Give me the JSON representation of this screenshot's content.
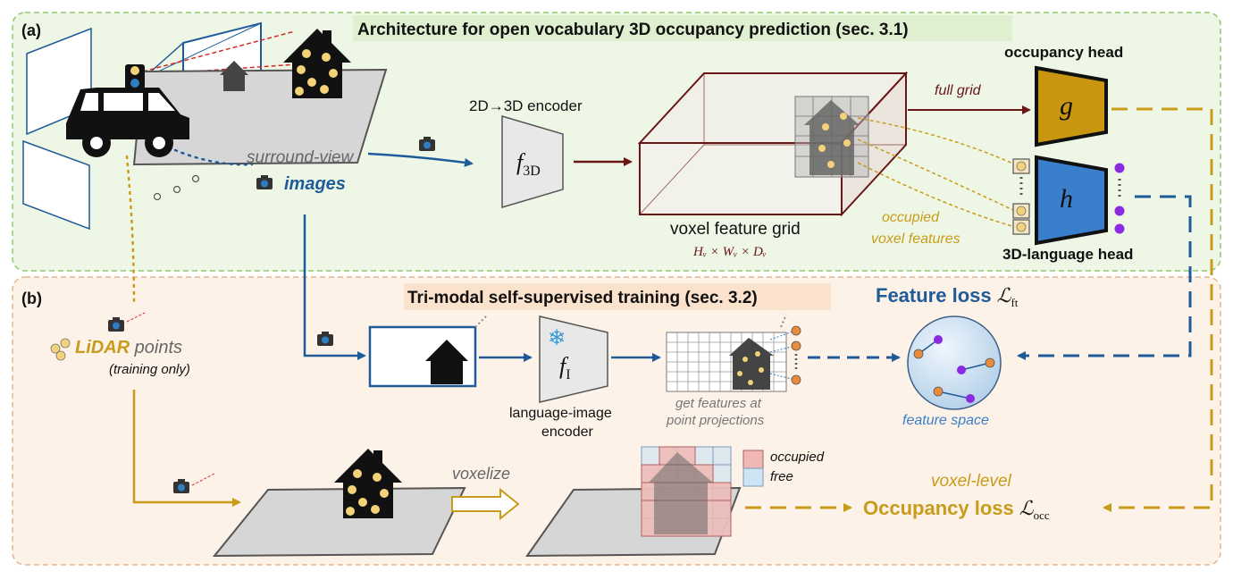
{
  "panel_a": {
    "tag": "(a)",
    "title": "Architecture for open vocabulary 3D occupancy prediction (sec. 3.1)",
    "surround_view": "surround-view",
    "images": "images",
    "encoder_3d_label": "2D→3D encoder",
    "encoder_3d_symbol": "f",
    "encoder_3d_sub": "3D",
    "voxel_grid_label": "voxel feature grid",
    "voxel_grid_dims": "Hᵥ × Wᵥ × Dᵥ",
    "full_grid": "full grid",
    "occupancy_head": "occupancy head",
    "head_g": "g",
    "head_h": "h",
    "occupied_voxel_1": "occupied",
    "occupied_voxel_2": "voxel features",
    "language_head": "3D-language head"
  },
  "panel_b": {
    "tag": "(b)",
    "title": "Tri-modal self-supervised training (sec. 3.2)",
    "lidar": "LiDAR",
    "points": " points",
    "training_only": "(training only)",
    "encoder_img_symbol": "f",
    "encoder_img_sub": "I",
    "language_image_1": "language-image",
    "language_image_2": "encoder",
    "get_features_1": "get features at",
    "get_features_2": "point projections",
    "feature_loss": "Feature loss",
    "feature_loss_symbol": "ℒ",
    "feature_loss_sub": "ft",
    "feature_space": "feature space",
    "voxelize": "voxelize",
    "legend_occupied": "occupied",
    "legend_free": "free",
    "voxel_level": "voxel-level",
    "occupancy_loss": "Occupancy loss",
    "occupancy_loss_symbol": "ℒ",
    "occupancy_loss_sub": "occ"
  },
  "colors": {
    "blue": "#1f5b99",
    "maroon": "#6b1616",
    "gold": "#c89b1a",
    "green_panel": "#eef7e6",
    "peach_panel": "#fdf2e8"
  }
}
